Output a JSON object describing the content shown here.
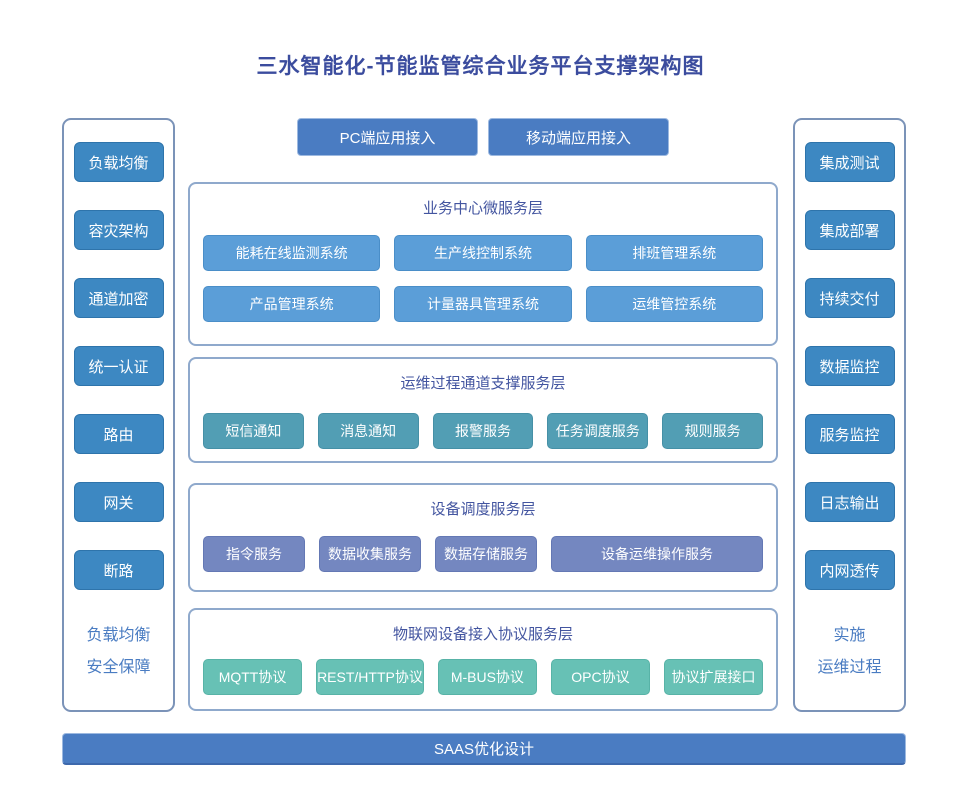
{
  "title": "三水智能化-节能监管综合业务平台支撑架构图",
  "colors": {
    "title_text": "#3b4c9e",
    "primary_blue": "#4a7cc2",
    "sidebar_node_blue": "#3d88c2",
    "business_node_blue": "#5b9ed8",
    "channel_node_teal": "#529eb4",
    "device_node_slate": "#7487c0",
    "protocol_node_green": "#67c1b5",
    "panel_border": "#7b93b8",
    "layer_title_text": "#4355a0"
  },
  "top_buttons": [
    "PC端应用接入",
    "移动端应用接入"
  ],
  "left_sidebar": {
    "items": [
      "负载均衡",
      "容灾架构",
      "通道加密",
      "统一认证",
      "路由",
      "网关",
      "断路"
    ],
    "footer": [
      "负载均衡",
      "安全保障"
    ]
  },
  "right_sidebar": {
    "items": [
      "集成测试",
      "集成部署",
      "持续交付",
      "数据监控",
      "服务监控",
      "日志输出",
      "内网透传"
    ],
    "footer": [
      "实施",
      "运维过程"
    ]
  },
  "sections": [
    {
      "title": "业务中心微服务层",
      "rows": [
        [
          "能耗在线监测系统",
          "生产线控制系统",
          "排班管理系统"
        ],
        [
          "产品管理系统",
          "计量器具管理系统",
          "运维管控系统"
        ]
      ]
    },
    {
      "title": "运维过程通道支撑服务层",
      "boxes": [
        "短信通知",
        "消息通知",
        "报警服务",
        "任务调度服务",
        "规则服务"
      ]
    },
    {
      "title": "设备调度服务层",
      "boxes": [
        "指令服务",
        "数据收集服务",
        "数据存储服务",
        "设备运维操作服务"
      ]
    },
    {
      "title": "物联网设备接入协议服务层",
      "boxes": [
        "MQTT协议",
        "REST/HTTP协议",
        "M-BUS协议",
        "OPC协议",
        "协议扩展接口"
      ]
    }
  ],
  "bottom_bar": {
    "label": "SAAS优化设计"
  }
}
